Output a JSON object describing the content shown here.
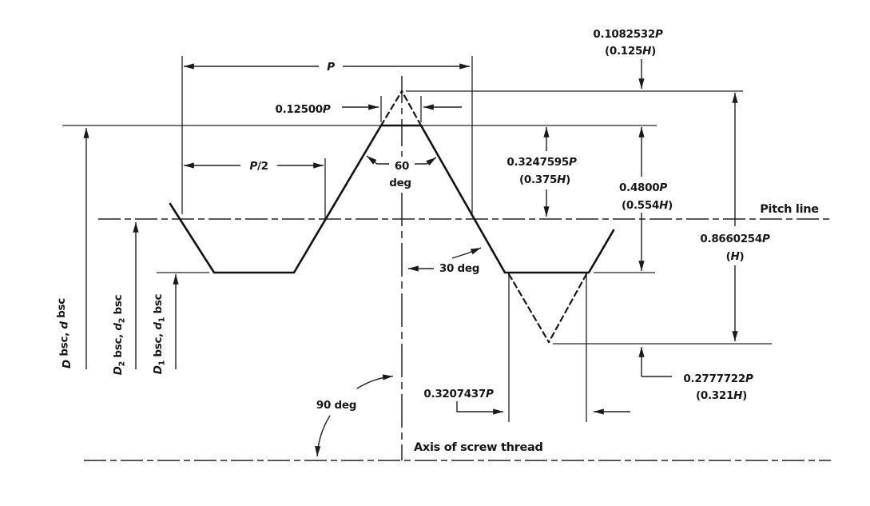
{
  "figure": {
    "kind": "screw-thread-basic-profile-diagram"
  },
  "colors": {
    "ink": "#1a1a1a",
    "paper": "#ffffff"
  },
  "dims": {
    "p": {
      "pre": "",
      "var": "P",
      "post": ""
    },
    "p_half": {
      "pre": "",
      "var": "P",
      "post": "/2"
    },
    "crest_flat": {
      "pre": "0.12500",
      "var": "P",
      "post": ""
    },
    "crest_trunc_1": {
      "pre": "0.1082532",
      "var": "P",
      "post": ""
    },
    "crest_trunc_2": {
      "pre": "(0.125",
      "var": "H",
      "post": ")"
    },
    "addendum_1": {
      "pre": "0.3247595",
      "var": "P",
      "post": ""
    },
    "addendum_2": {
      "pre": "(0.375",
      "var": "H",
      "post": ")"
    },
    "thread_depth_1": {
      "pre": "0.4800",
      "var": "P",
      "post": ""
    },
    "thread_depth_2": {
      "pre": "(0.554",
      "var": "H",
      "post": ")"
    },
    "fundamental_height_1": {
      "pre": "0.8660254",
      "var": "P",
      "post": ""
    },
    "fundamental_height_2": {
      "pre": "(",
      "var": "H",
      "post": ")"
    },
    "root_trunc_1": {
      "pre": "0.2777722",
      "var": "P",
      "post": ""
    },
    "root_trunc_2": {
      "pre": "(0.321",
      "var": "H",
      "post": ")"
    },
    "root_flat_width": {
      "pre": "0.3207437",
      "var": "P",
      "post": ""
    }
  },
  "angles": {
    "flank_60": "60",
    "flank_60_unit": "deg",
    "flank_30": "30 deg",
    "axis_90": "90 deg"
  },
  "annotations": {
    "pitch_line": "Pitch line",
    "axis": "Axis of screw thread"
  },
  "diameters": {
    "major": {
      "v1": "D",
      "s1": "",
      "mid": " bsc, ",
      "v2": "d",
      "s2": "",
      "post": " bsc"
    },
    "pitch": {
      "v1": "D",
      "s1": "2",
      "mid": " bsc, ",
      "v2": "d",
      "s2": "2",
      "post": " bsc"
    },
    "minor": {
      "v1": "D",
      "s1": "1",
      "mid": " bsc, ",
      "v2": "d",
      "s2": "1",
      "post": " bsc"
    }
  }
}
